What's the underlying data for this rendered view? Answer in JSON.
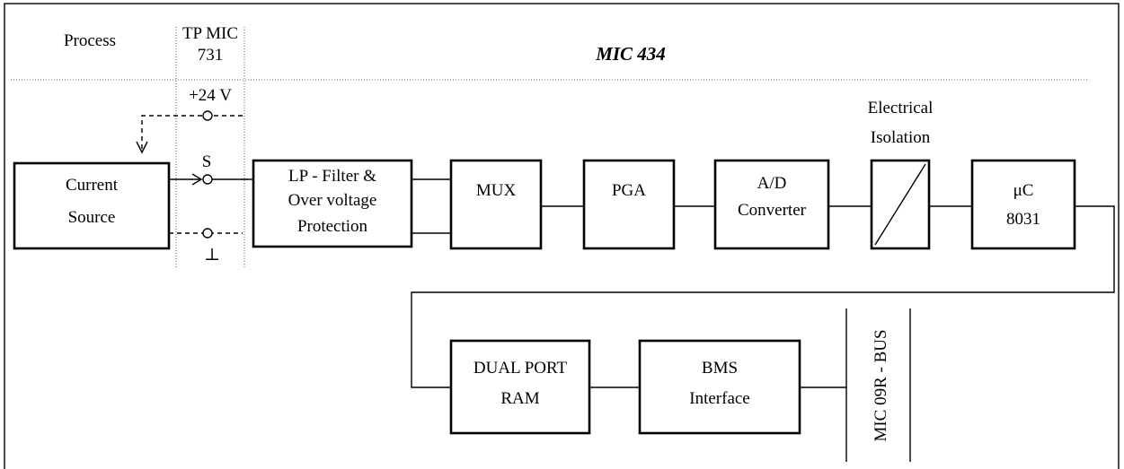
{
  "header": {
    "process": "Process",
    "tp_line1": "TP MIC",
    "tp_line2": "731",
    "title": "MIC 434"
  },
  "terminals": {
    "supply": "+24 V",
    "signal": "S",
    "ground": "⊥"
  },
  "blocks": {
    "current_source": [
      "Current",
      "Source"
    ],
    "lp_filter": [
      "LP - Filter &",
      "Over voltage",
      "Protection"
    ],
    "mux": [
      "MUX"
    ],
    "pga": [
      "PGA"
    ],
    "adc": [
      "A/D",
      "Converter"
    ],
    "isolation_label": [
      "Electrical",
      "Isolation"
    ],
    "uc": [
      "μC",
      "8031"
    ],
    "dpram": [
      "DUAL PORT",
      "RAM"
    ],
    "bms": [
      "BMS",
      "Interface"
    ]
  },
  "bus": {
    "label": "MIC 09R - BUS"
  }
}
